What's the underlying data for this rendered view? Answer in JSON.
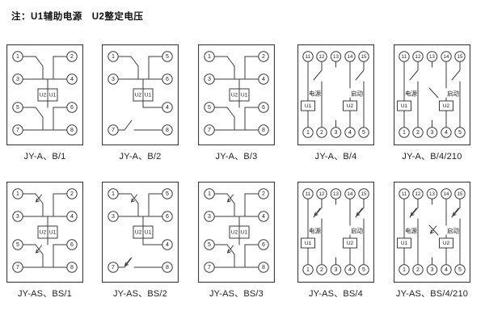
{
  "note": "注：U1辅助电源　U2整定电压",
  "colors": {
    "line": "#3b3b3b",
    "text": "#1d1d1d",
    "background": "#ffffff"
  },
  "diagrams": [
    {
      "label": "JY-A、B/1",
      "kind": "v",
      "geom": "A",
      "arrows": false,
      "left": [
        "1",
        "3",
        "5",
        "7"
      ],
      "right": [
        "2",
        "4",
        "6",
        "8"
      ],
      "units": [
        "U2",
        "U1"
      ]
    },
    {
      "label": "JY-A、B/2",
      "kind": "v",
      "geom": "B",
      "arrows": false,
      "left": [
        "1",
        "3",
        null,
        "7"
      ],
      "right": [
        "5",
        "6",
        "4",
        "8"
      ],
      "units": [
        "U2",
        "U1"
      ]
    },
    {
      "label": "JY-A、B/3",
      "kind": "v",
      "geom": "A",
      "arrows": false,
      "left": [
        "1",
        "3",
        "5",
        "7"
      ],
      "right": [
        "2",
        "4",
        "6",
        "8"
      ],
      "units": [
        "U2",
        "U1"
      ]
    },
    {
      "label": "JY-A、B/4",
      "kind": "h",
      "geom": "H",
      "arrows": false,
      "top": [
        "11",
        "12",
        "13",
        "14",
        "15"
      ],
      "bottom": [
        "1",
        "2",
        "3",
        "4",
        "5"
      ],
      "power_label": "电源",
      "start_label": "启动",
      "units": [
        "U1",
        "U2"
      ]
    },
    {
      "label": "JY-A、B/4/210",
      "kind": "h",
      "geom": "H210",
      "arrows": false,
      "top": [
        "11",
        "12",
        "13",
        "14",
        "15"
      ],
      "bottom": [
        "1",
        "2",
        "3",
        "4",
        "5"
      ],
      "power_label": "电源",
      "start_label": "启动",
      "units": [
        "U1",
        "U2"
      ]
    },
    {
      "label": "JY-AS、BS/1",
      "kind": "v",
      "geom": "A",
      "arrows": true,
      "left": [
        "1",
        "3",
        "5",
        "7"
      ],
      "right": [
        "2",
        "4",
        "6",
        "8"
      ],
      "units": [
        "U2",
        "U1"
      ]
    },
    {
      "label": "JY-AS、BS/2",
      "kind": "v",
      "geom": "B",
      "arrows": true,
      "left": [
        "1",
        "3",
        null,
        "7"
      ],
      "right": [
        "5",
        "6",
        "4",
        "8"
      ],
      "units": [
        "U2",
        "U1"
      ]
    },
    {
      "label": "JY-AS、BS/3",
      "kind": "v",
      "geom": "A",
      "arrows": true,
      "left": [
        "1",
        "3",
        "5",
        "7"
      ],
      "right": [
        "2",
        "4",
        "6",
        "8"
      ],
      "units": [
        "U2",
        "U1"
      ]
    },
    {
      "label": "JY-AS、BS/4",
      "kind": "h",
      "geom": "H",
      "arrows": true,
      "top": [
        "11",
        "12",
        "13",
        "14",
        "15"
      ],
      "bottom": [
        "1",
        "2",
        "3",
        "4",
        "5"
      ],
      "power_label": "电源",
      "start_label": "启动",
      "units": [
        "U1",
        "U2"
      ]
    },
    {
      "label": "JY-AS、BS/4/210",
      "kind": "h",
      "geom": "H210",
      "arrows": true,
      "top": [
        "11",
        "12",
        "13",
        "14",
        "15"
      ],
      "bottom": [
        "1",
        "2",
        "3",
        "4",
        "5"
      ],
      "power_label": "电源",
      "start_label": "启动",
      "units": [
        "U1",
        "U2"
      ]
    }
  ]
}
